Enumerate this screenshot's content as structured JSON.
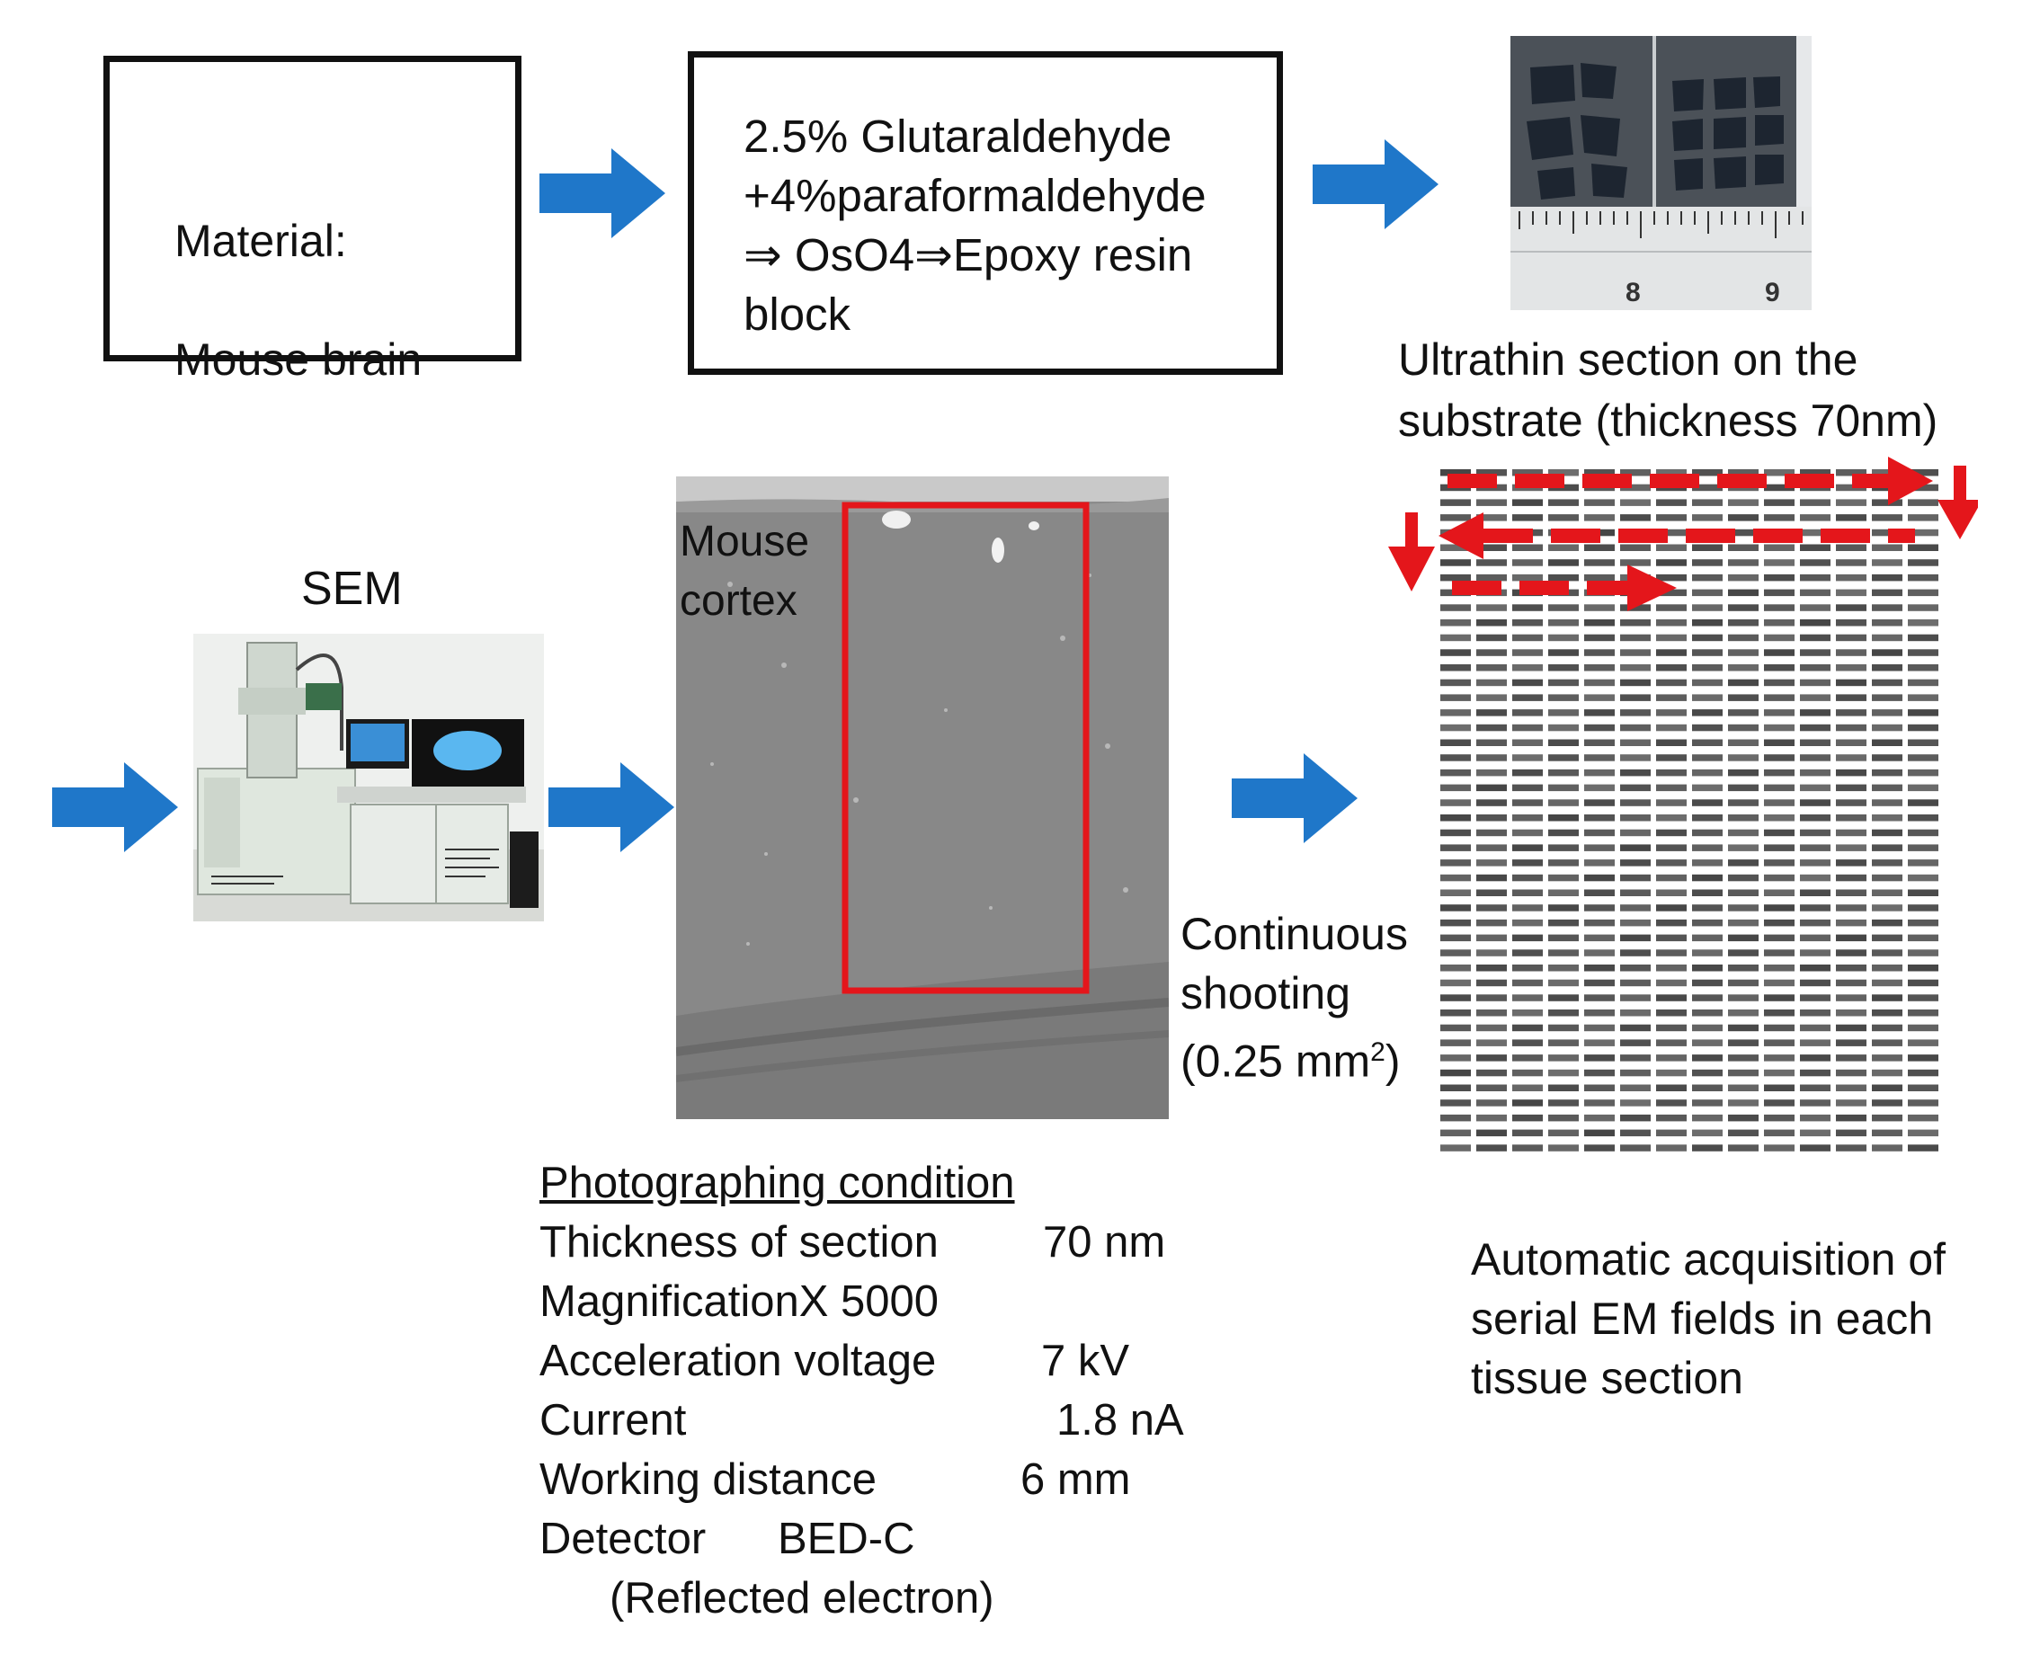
{
  "steps": {
    "material": {
      "line1": "Material:",
      "line2": "Mouse brain"
    },
    "fixation": {
      "lines": "2.5% Glutaraldehyde\n+4%paraformaldehyde\n⇒ OsO4⇒Epoxy resin\nblock"
    },
    "ultrathin": {
      "caption": "Ultrathin section on the\nsubstrate (thickness 70nm)",
      "ruler_marks": [
        "8",
        "9"
      ]
    },
    "sem": {
      "label": "SEM"
    },
    "cortex": {
      "label": "Mouse\ncortex"
    },
    "shooting": {
      "line1": "Continuous",
      "line2": "shooting",
      "line3_prefix": "(0.25 mm",
      "line3_sup": "2",
      "line3_suffix": ")"
    },
    "acquisition": {
      "caption": "Automatic acquisition of\nserial EM fields in each\ntissue section"
    }
  },
  "conditions": {
    "heading": "Photographing condition",
    "rows": [
      {
        "label": "Thickness of section",
        "value": "70 nm"
      },
      {
        "label": "MagnificationX 5000",
        "value": ""
      },
      {
        "label": "Acceleration voltage",
        "value": "7 kV"
      },
      {
        "label": "Current",
        "value": "1.8 nA"
      },
      {
        "label": "Working distance",
        "value": "6 mm"
      },
      {
        "label": "Detector",
        "value": "BED-C"
      }
    ],
    "detector_note": "(Reflected electron)"
  },
  "colors": {
    "arrow_blue": "#1f77c9",
    "highlight_red": "#e4161b"
  }
}
